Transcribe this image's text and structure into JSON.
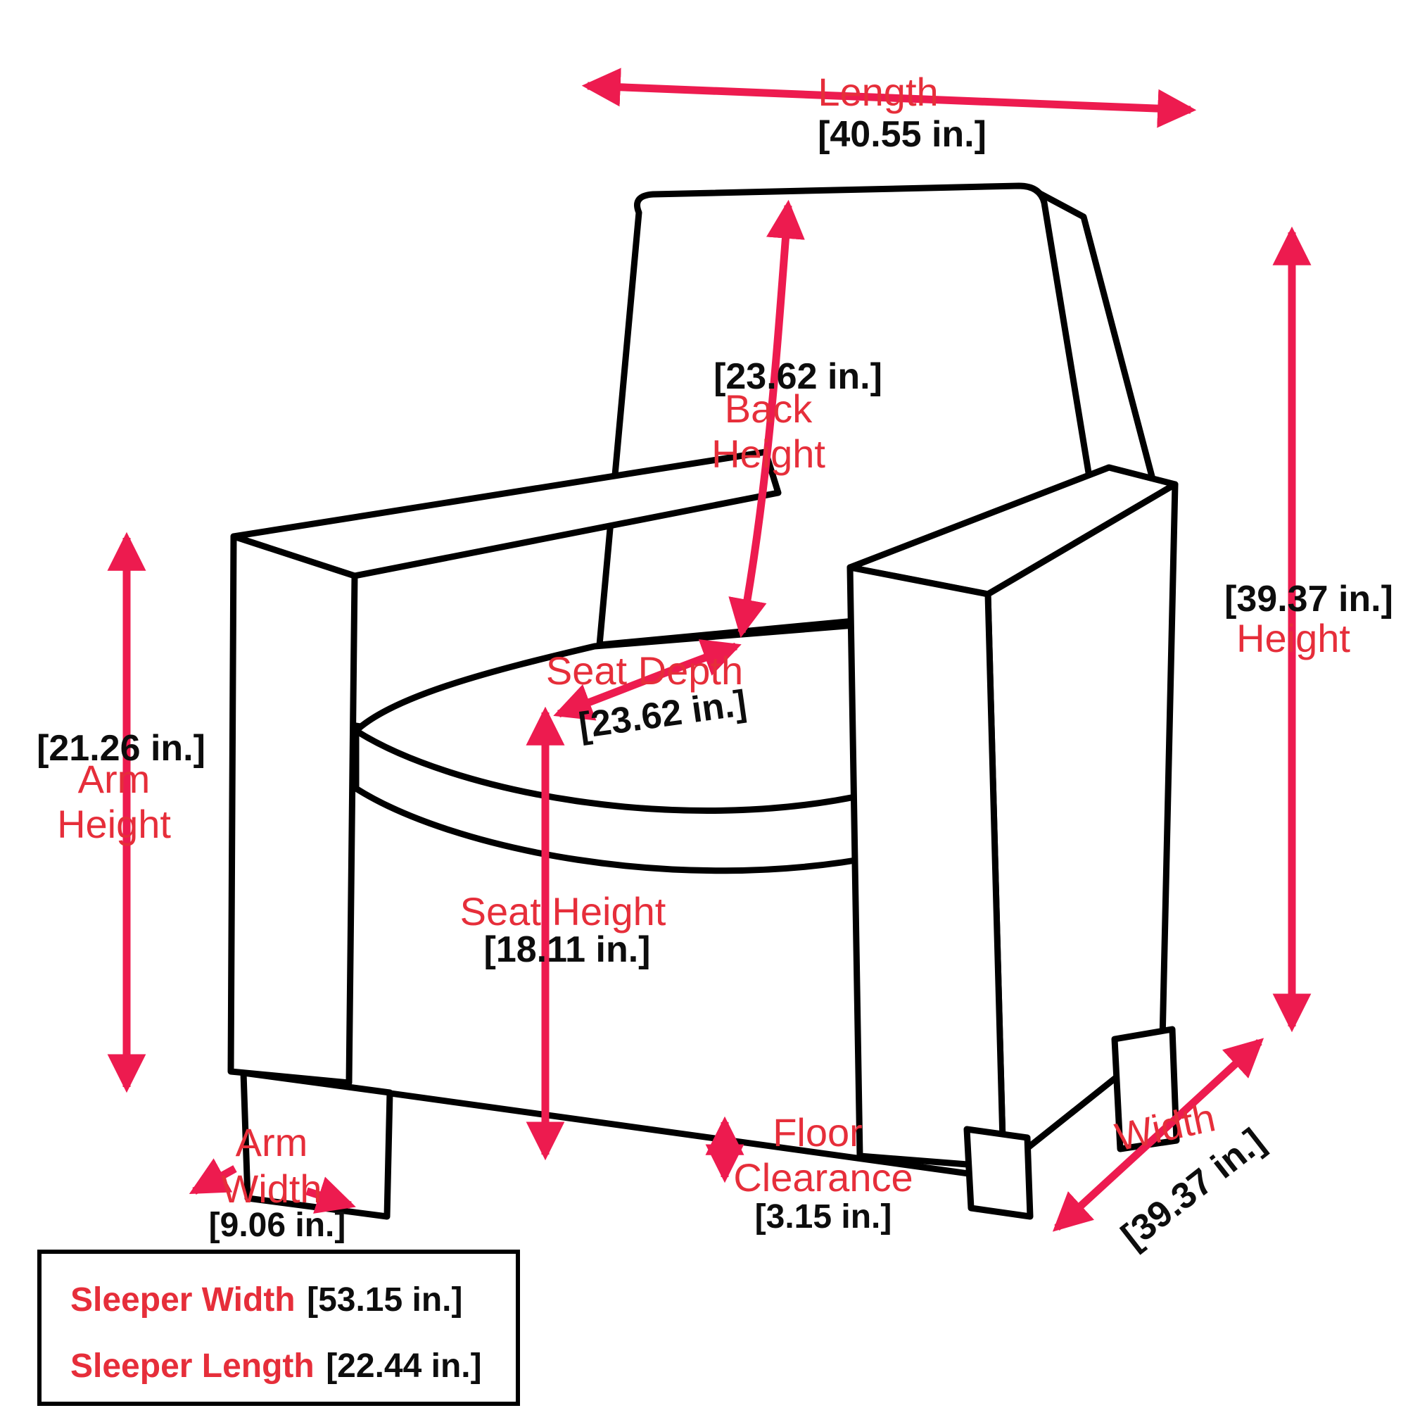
{
  "diagram": {
    "type": "furniture-dimension-diagram",
    "subject": "armchair-sleeper",
    "colors": {
      "arrow": "#ed1b4f",
      "label_text": "#e62e3a",
      "value_text": "#0d0d0d",
      "outline": "#000000",
      "background": "#ffffff"
    },
    "dimensions": {
      "length": {
        "label": "Length",
        "value": "[40.55 in.]"
      },
      "back_height": {
        "label_line1": "Back",
        "label_line2": "Height",
        "value": "[23.62 in.]"
      },
      "height": {
        "label": "Height",
        "value": "[39.37 in.]"
      },
      "arm_height": {
        "label_line1": "Arm",
        "label_line2": "Height",
        "value": "[21.26 in.]"
      },
      "seat_depth": {
        "label": "Seat Depth",
        "value": "[23.62 in.]"
      },
      "seat_height": {
        "label": "Seat Height",
        "value": "[18.11 in.]"
      },
      "arm_width": {
        "label_line1": "Arm",
        "label_line2": "Width",
        "value": "[9.06 in.]"
      },
      "floor_clearance": {
        "label_line1": "Floor",
        "label_line2": "Clearance",
        "value": "[3.15 in.]"
      },
      "width": {
        "label": "Width",
        "value": "[39.37 in.]"
      }
    },
    "sleeper_info": {
      "width_label": "Sleeper Width",
      "width_value": "[53.15 in.]",
      "length_label": "Sleeper Length",
      "length_value": "[22.44 in.]"
    }
  }
}
